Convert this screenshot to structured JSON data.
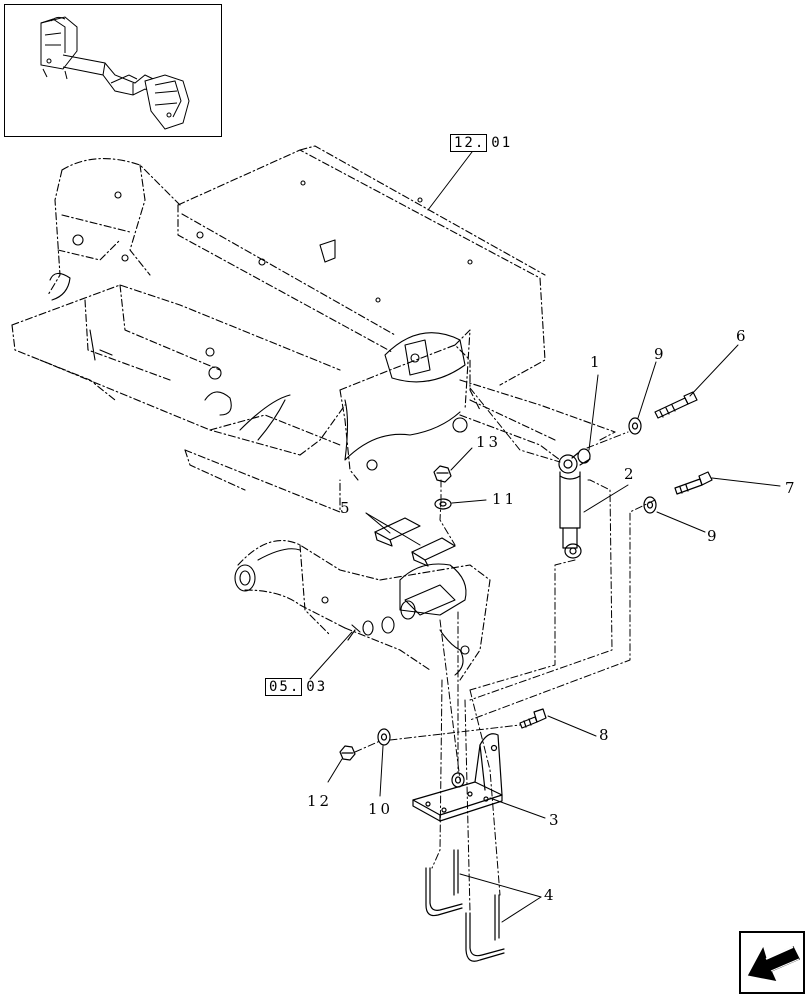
{
  "references": {
    "frame_ref": {
      "boxed": "12.",
      "rest": "01"
    },
    "axle_ref": {
      "boxed": "05.",
      "rest": "03"
    }
  },
  "callouts": [
    {
      "id": "c1",
      "text": "1"
    },
    {
      "id": "c2",
      "text": "2"
    },
    {
      "id": "c3",
      "text": "3"
    },
    {
      "id": "c4",
      "text": "4"
    },
    {
      "id": "c5",
      "text": "5"
    },
    {
      "id": "c6",
      "text": "6"
    },
    {
      "id": "c7",
      "text": "7"
    },
    {
      "id": "c8",
      "text": "8"
    },
    {
      "id": "c9a",
      "text": "9"
    },
    {
      "id": "c9b",
      "text": "9"
    },
    {
      "id": "c10",
      "text": "10"
    },
    {
      "id": "c11",
      "text": "11"
    },
    {
      "id": "c12",
      "text": "12"
    },
    {
      "id": "c13",
      "text": "13"
    }
  ],
  "icons": {
    "navigation": "back-arrow-icon",
    "thumbnail": "assembly-thumbnail"
  }
}
